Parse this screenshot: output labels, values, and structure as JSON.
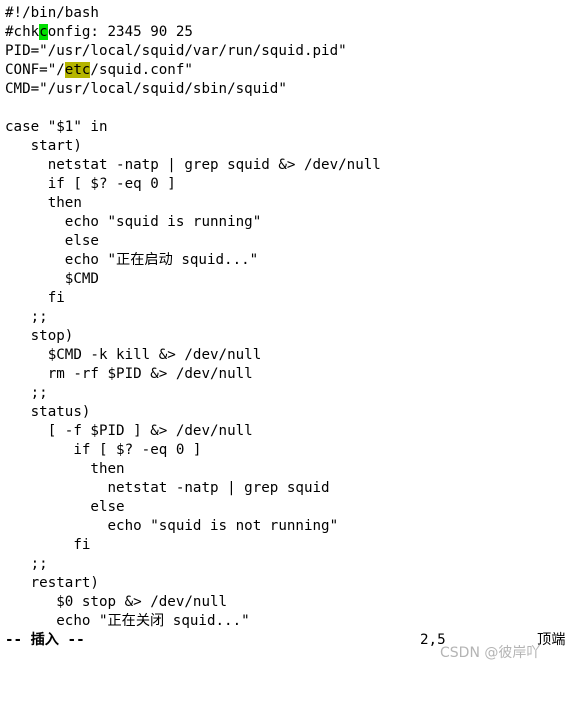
{
  "editor": {
    "lines": [
      {
        "text": "#!/bin/bash"
      },
      {
        "pre": "#chk",
        "cursor": "c",
        "post": "onfig: 2345 90 25"
      },
      {
        "text": "PID=\"/usr/local/squid/var/run/squid.pid\""
      },
      {
        "pre": "CONF=\"/",
        "highlight": "etc",
        "post": "/squid.conf\""
      },
      {
        "text": "CMD=\"/usr/local/squid/sbin/squid\""
      },
      {
        "text": ""
      },
      {
        "text": "case \"$1\" in"
      },
      {
        "text": "   start)"
      },
      {
        "text": "     netstat -natp | grep squid &> /dev/null"
      },
      {
        "text": "     if [ $? -eq 0 ]"
      },
      {
        "text": "     then"
      },
      {
        "text": "       echo \"squid is running\""
      },
      {
        "text": "       else"
      },
      {
        "text": "       echo \"正在启动 squid...\""
      },
      {
        "text": "       $CMD"
      },
      {
        "text": "     fi"
      },
      {
        "text": "   ;;"
      },
      {
        "text": "   stop)"
      },
      {
        "text": "     $CMD -k kill &> /dev/null"
      },
      {
        "text": "     rm -rf $PID &> /dev/null"
      },
      {
        "text": "   ;;"
      },
      {
        "text": "   status)"
      },
      {
        "text": "     [ -f $PID ] &> /dev/null"
      },
      {
        "text": "        if [ $? -eq 0 ]"
      },
      {
        "text": "          then"
      },
      {
        "text": "            netstat -natp | grep squid"
      },
      {
        "text": "          else"
      },
      {
        "text": "            echo \"squid is not running\""
      },
      {
        "text": "        fi"
      },
      {
        "text": "   ;;"
      },
      {
        "text": "   restart)"
      },
      {
        "text": "      $0 stop &> /dev/null"
      },
      {
        "text": "      echo \"正在关闭 squid...\""
      }
    ]
  },
  "status": {
    "mode": "-- 插入 --",
    "position": "2,5",
    "scroll": "顶端"
  },
  "watermark": "CSDN @彼岸吖",
  "colors": {
    "cursor": "#00e000",
    "search_highlight": "#b5b500",
    "watermark": "#b4b4b4"
  }
}
